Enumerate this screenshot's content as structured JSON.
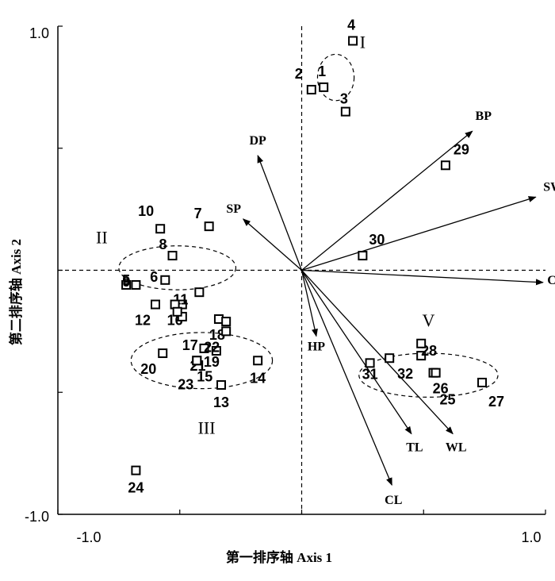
{
  "chart_data": {
    "type": "scatter",
    "title": "",
    "xlabel": "第一排序轴 Axis 1",
    "ylabel": "第二排序轴 Axis 2",
    "xlim": [
      -1.0,
      1.0
    ],
    "ylim": [
      -1.0,
      1.0
    ],
    "xticks": [
      "-1.0",
      "1.0"
    ],
    "yticks": [
      "1.0",
      "-1.0"
    ],
    "points": [
      {
        "label": "1",
        "x": 0.09,
        "y": 0.75
      },
      {
        "label": "2",
        "x": 0.04,
        "y": 0.74
      },
      {
        "label": "3",
        "x": 0.18,
        "y": 0.65
      },
      {
        "label": "4",
        "x": 0.21,
        "y": 0.94
      },
      {
        "label": "5",
        "x": -0.72,
        "y": -0.06
      },
      {
        "label": "6",
        "x": -0.56,
        "y": -0.04
      },
      {
        "label": "7",
        "x": -0.38,
        "y": 0.18
      },
      {
        "label": "8",
        "x": -0.53,
        "y": 0.06
      },
      {
        "label": "9",
        "x": -0.68,
        "y": -0.06
      },
      {
        "label": "10",
        "x": -0.58,
        "y": 0.17
      },
      {
        "label": "11",
        "x": -0.49,
        "y": -0.14
      },
      {
        "label": "12",
        "x": -0.6,
        "y": -0.14
      },
      {
        "label": "13",
        "x": -0.33,
        "y": -0.47
      },
      {
        "label": "14",
        "x": -0.18,
        "y": -0.37
      },
      {
        "label": "15",
        "x": -0.43,
        "y": -0.37
      },
      {
        "label": "16",
        "x": -0.52,
        "y": -0.14
      },
      {
        "label": "17",
        "x": -0.49,
        "y": -0.19
      },
      {
        "label": "18",
        "x": -0.34,
        "y": -0.2
      },
      {
        "label": "19",
        "x": -0.35,
        "y": -0.33
      },
      {
        "label": "20",
        "x": -0.57,
        "y": -0.34
      },
      {
        "label": "21",
        "x": -0.4,
        "y": -0.32
      },
      {
        "label": "22",
        "x": -0.31,
        "y": -0.25
      },
      {
        "label": "23",
        "x": -0.43,
        "y": -0.37
      },
      {
        "label": "24",
        "x": -0.68,
        "y": -0.82
      },
      {
        "label": "25",
        "x": 0.54,
        "y": -0.42
      },
      {
        "label": "26",
        "x": 0.55,
        "y": -0.42
      },
      {
        "label": "27",
        "x": 0.74,
        "y": -0.46
      },
      {
        "label": "28",
        "x": 0.49,
        "y": -0.35
      },
      {
        "label": "29",
        "x": 0.59,
        "y": 0.43
      },
      {
        "label": "30",
        "x": 0.25,
        "y": 0.06
      },
      {
        "label": "31",
        "x": 0.28,
        "y": -0.38
      },
      {
        "label": "32",
        "x": 0.36,
        "y": -0.36
      },
      {
        "label": "",
        "x": 0.49,
        "y": -0.3
      },
      {
        "label": "",
        "x": -0.42,
        "y": -0.09
      },
      {
        "label": "",
        "x": -0.31,
        "y": -0.21
      },
      {
        "label": "",
        "x": -0.51,
        "y": -0.17
      }
    ],
    "vectors": [
      {
        "label": "BP",
        "x": 0.7,
        "y": 0.57
      },
      {
        "label": "SW",
        "x": 0.96,
        "y": 0.3
      },
      {
        "label": "CP",
        "x": 0.99,
        "y": -0.05
      },
      {
        "label": "DP",
        "x": -0.18,
        "y": 0.47
      },
      {
        "label": "SP",
        "x": -0.24,
        "y": 0.21
      },
      {
        "label": "HP",
        "x": 0.06,
        "y": -0.27
      },
      {
        "label": "TL",
        "x": 0.45,
        "y": -0.67
      },
      {
        "label": "WL",
        "x": 0.62,
        "y": -0.67
      },
      {
        "label": "CL",
        "x": 0.37,
        "y": -0.88
      }
    ],
    "groups": [
      {
        "label": "I",
        "cx": 0.14,
        "cy": 0.79,
        "rx": 0.15,
        "ry": 0.19
      },
      {
        "label": "II",
        "cx": -0.51,
        "cy": 0.01,
        "rx": 0.48,
        "ry": 0.18
      },
      {
        "label": "III",
        "cx": -0.41,
        "cy": -0.37,
        "rx": 0.58,
        "ry": 0.23
      },
      {
        "label": "V",
        "cx": 0.52,
        "cy": -0.43,
        "rx": 0.57,
        "ry": 0.18
      }
    ],
    "grid": false,
    "zero_lines": "dashed"
  }
}
